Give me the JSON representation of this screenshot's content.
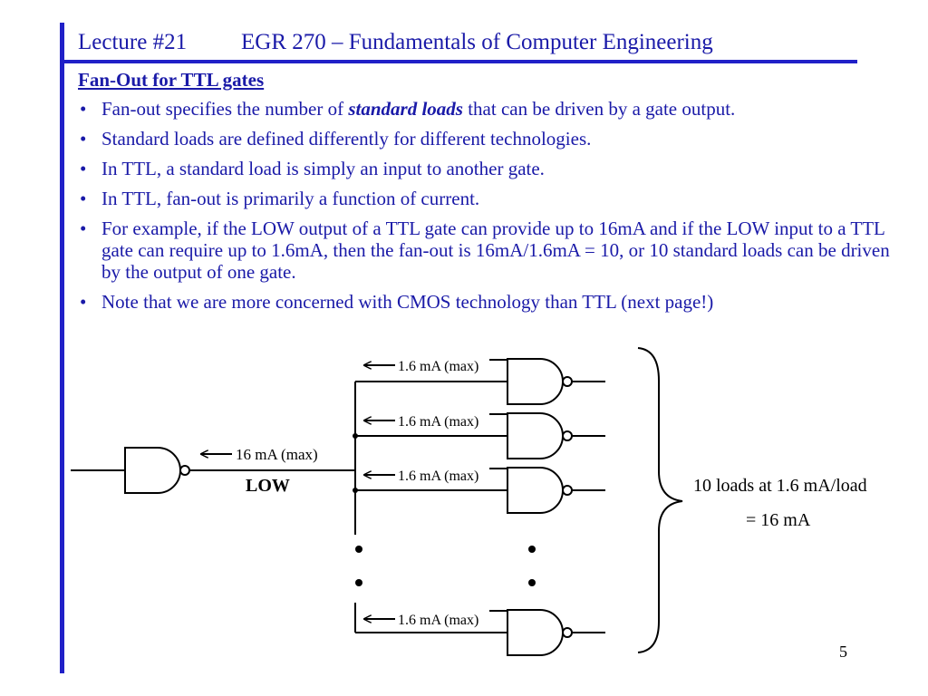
{
  "header": {
    "lecture": "Lecture #21",
    "course": "EGR 270 – Fundamentals of Computer Engineering"
  },
  "section_title": "Fan-Out for TTL gates",
  "bullets": [
    {
      "pre": "Fan-out specifies the number of ",
      "emph": "standard loads",
      "post": " that can be driven by a gate output."
    },
    {
      "text": "Standard loads are defined differently for different technologies."
    },
    {
      "text": "In TTL, a standard load is simply an input to another gate."
    },
    {
      "text": "In TTL, fan-out is primarily a function of current."
    },
    {
      "text": "For example, if the LOW output of a TTL gate can provide up to 16mA and if the LOW input to a TTL gate can require up to 1.6mA, then the fan-out is 16mA/1.6mA = 10, or 10 standard loads can be driven by the output of one gate."
    },
    {
      "text": "Note that we are more concerned with CMOS technology than TTL (next page!)"
    }
  ],
  "bullet_char": "•",
  "diagram": {
    "driver_current": "16 mA (max)",
    "driver_state": "LOW",
    "load_current": "1.6 mA (max)",
    "summary_line1": "10 loads at 1.6 mA/load",
    "summary_line2": "= 16 mA"
  },
  "page_number": "5",
  "colors": {
    "text": "#1a1aa8",
    "rule": "#2020c8",
    "diagram": "#000000"
  }
}
